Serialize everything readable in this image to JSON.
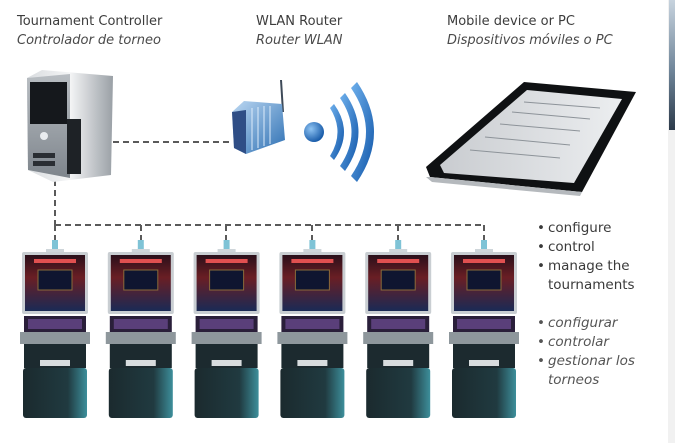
{
  "nodes": {
    "controller": {
      "title_en": "Tournament Controller",
      "title_es": "Controlador de torneo",
      "icon": "desktop-tower-icon"
    },
    "router": {
      "title_en": "WLAN Router",
      "title_es": "Router WLAN",
      "icon": "wifi-router-icon"
    },
    "mobile": {
      "title_en": "Mobile device or PC",
      "title_es": "Dispositivos móviles o PC",
      "icon": "tablet-icon"
    }
  },
  "features": {
    "en": [
      "configure",
      "control",
      "manage the tournaments"
    ],
    "es": [
      "configurar",
      "controlar",
      "gestionar los torneos"
    ]
  },
  "machines": {
    "count": 6,
    "icon": "slot-machine-icon"
  },
  "colors": {
    "connector": "#555555",
    "wifi_blue": "#1f6fc4",
    "router_blue": "#3f86c9"
  }
}
